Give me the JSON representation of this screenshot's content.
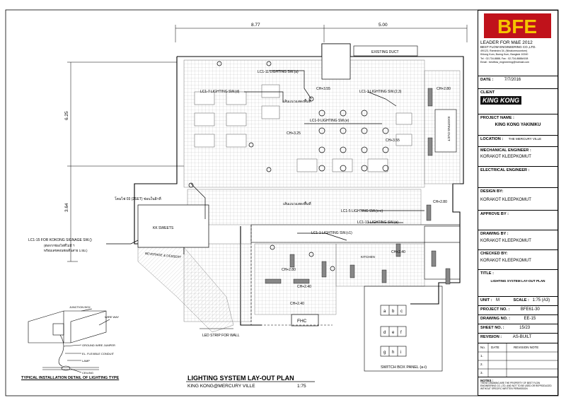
{
  "dimensions": {
    "top_left": "8.77",
    "top_right": "5.00",
    "left_top": "6.25",
    "left_bottom": "3.64"
  },
  "circuit_labels": {
    "c1": "LC1-11 LIGHTING SW.(a)",
    "c2": "LC1-7 LIGHTING SW.(d)",
    "c3": "LC1-3 LIGHTING SW.(2,3)",
    "c4": "LC1-9 LIGHTING SW.(e)",
    "c5": "LC1-5 LIGHTING SW.(c-c)",
    "c6": "LC1-13 LIGHTING SW.(e)",
    "c7": "LC1-1 LIGHTING SW.(c1)",
    "c8": "LC1-15 FOR KOKONG SIGNAGE SW.()",
    "c8_thai": "(ต่อจากช่องไฟที่ไม่มี ฯ",
    "c8_thai2": "พร้อมเลขคอนท่อเดินสาย 1.5ม.)",
    "sign_note": "โคมไฟ 03 (2SET) ช่อนในฝ้าที่",
    "led": "LED STRIP FOR WALL",
    "existing_duct": "EXISTING DUCT",
    "existing_duct2": "EXISTING DUCT",
    "fhc": "FHC",
    "kk_sweets": "KK SWEETS",
    "beverage": "BEVERAGE & DESSERT",
    "ch1": "CH+3.55",
    "ch2": "CH+3.25",
    "ch3": "CH+3.55",
    "ch4": "CH+2.80",
    "ch5": "CH+2.80",
    "ch6": "CH+2.80",
    "ch7": "CH+2.40",
    "ch8": "CH+2.40",
    "ch9": "CH+2.40",
    "kitchen": "KITCHEN",
    "thai_a": "เส้นแนวแสดงพื้นที่",
    "thai_b": "เส้นแนวแสดงพื้นที่"
  },
  "detail": {
    "caption": "TYPICAL INSTALLATION DETAIL OF LIGHTING TYPE",
    "junction_box": "JUNCTION BOX",
    "wire_way": "WIRE WAY",
    "ground": "GROUND WIRE JUMPER",
    "conduit": "EL. FLEXIBLE CONDUIT",
    "lamp": "LAMP",
    "ceiling": "CEILING"
  },
  "switch_panel": {
    "caption": "SWITCH BOX PANEL (a-i)",
    "row1": [
      "a",
      "b",
      "c"
    ],
    "row2": [
      "d",
      "e",
      "f"
    ],
    "row3": [
      "g",
      "h",
      "i"
    ]
  },
  "drawing_title": {
    "main": "LIGHTING SYSTEM LAY-OUT PLAN",
    "sub": "KING KONG@MERCURY VILLE",
    "scale": "1:75"
  },
  "title_block": {
    "company_tag": "LEADER FOR M&E 2012",
    "company_name": "BEST FLOW ENGINEERING CO.,LTD.",
    "address1": "49/123, Ramindra 34, (Ninakornsoontorn)",
    "address2": "Khlong Kum, Bueng Kum, Bangkok 10240",
    "address3": "Tel : 02-734-8888, Fax : 02-734-8888#108",
    "address4": "Email : bestflow_engineering@hotmail.com",
    "date_label": "DATE :",
    "date": "7/7/2016",
    "client_label": "CLIENT",
    "client_logo": "KING KONG",
    "project_label": "PROJECT NAME :",
    "project": "KING KONG YAKINIKU",
    "location_label": "LOCATION :",
    "location": "THE MERCURY VILLE",
    "mech_label": "MECHANICAL ENGINEER :",
    "mech": "KORAKOT KLEEPKOMUT",
    "elec_label": "ELECTRICAL ENGINEER :",
    "design_label": "DESIGN BY:",
    "design": "KORAKOT KLEEPKOMUT",
    "approve_label": "APPROVE BY :",
    "drawing_label": "DRAWING BY :",
    "drawing": "KORAKOT KLEEPKOMUT",
    "checked_label": "CHECKED BY:",
    "checked": "KORAKOT KLEEPKOMUT",
    "title_label": "TITLE :",
    "title": "LIGHTING SYSTEM LAY-OUT PLAN",
    "unit_label": "UNIT :",
    "unit": "M",
    "scale_label": "SCALE :",
    "scale": "1:75 (A3)",
    "project_no_label": "PROJECT NO. :",
    "project_no": "BFE61-30",
    "drawing_no_label": "DRAWING NO. :",
    "drawing_no": "EE-15",
    "sheet_label": "SHEET NO. :",
    "sheet": "15/23",
    "revision_label": "REVISION :",
    "revision": "AS-BUILT",
    "rev_headers": [
      "No.",
      "DATE",
      "REVISION NOTE"
    ],
    "rev_rows": [
      "1.",
      "2.",
      "3."
    ],
    "notes_label": "NOTES :",
    "notes": "THESE DRAWING ARE THE PROPERTY OF BEST FLOW ENGINEERING CO.,LTD. AND NOT TO BE USED OR REPRODUCED WITHOUT SPECIFIC WRITTEN PERMISSION"
  }
}
